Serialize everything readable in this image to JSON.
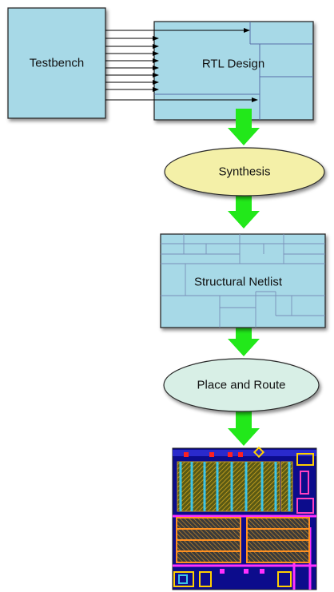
{
  "nodes": {
    "testbench": "Testbench",
    "rtl_design": "RTL Design",
    "synthesis": "Synthesis",
    "structural_netlist": "Structural Netlist",
    "place_and_route": "Place and Route"
  },
  "layout_image": "chip layout rendering",
  "colors": {
    "box_fill": "#a7d9e7",
    "synthesis_fill": "#f4f0a8",
    "place_route_fill": "#d8efe6",
    "flow_arrow": "#22e81a",
    "layout_background": "#0c0c8c"
  }
}
